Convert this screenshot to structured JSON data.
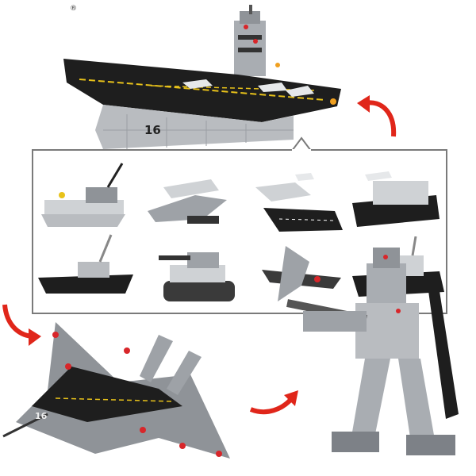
{
  "mark": "®",
  "hull_number": "16",
  "colors": {
    "deck": "#1e1e1e",
    "hull": "#b9bcc0",
    "frame": "#7a7a7a",
    "arrow": "#e0261a",
    "accent_yellow": "#e8c21a",
    "accent_red": "#d8262a"
  },
  "icons": [
    "curved-arrow-icon"
  ],
  "builds": [
    {
      "name": "patrol-boat"
    },
    {
      "name": "gunship-plane"
    },
    {
      "name": "runway-jets"
    },
    {
      "name": "transport-ship"
    },
    {
      "name": "frigate"
    },
    {
      "name": "tank"
    },
    {
      "name": "attack-aircraft"
    },
    {
      "name": "command-ship"
    }
  ]
}
